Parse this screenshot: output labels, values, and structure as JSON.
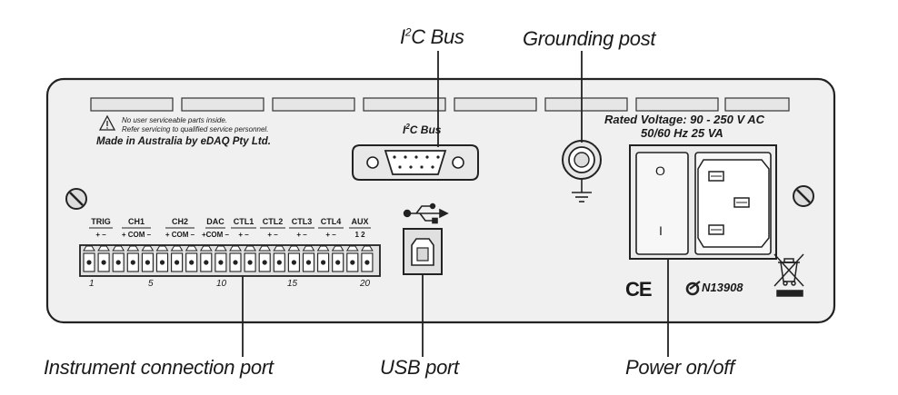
{
  "callouts": {
    "i2c_bus_prefix": "I",
    "i2c_bus_sup": "2",
    "i2c_bus_suffix": "C Bus",
    "grounding_post": "Grounding post",
    "instrument_port": "Instrument connection port",
    "usb_port": "USB port",
    "power": "Power on/off"
  },
  "panel": {
    "warning_line1": "No user serviceable parts inside.",
    "warning_line2": "Refer servicing to qualified service personnel.",
    "made_in": "Made in Australia by eDAQ Pty Ltd.",
    "i2c_label_prefix": "I",
    "i2c_label_sup": "2",
    "i2c_label_suffix": "C Bus",
    "rated_voltage": "Rated Voltage: 90 - 250 V AC",
    "rated_freq": "50/60 Hz  25 VA",
    "switch_off": "O",
    "switch_on": "I",
    "ce_mark": "CE",
    "cert_number": "N13908"
  },
  "terminals": {
    "groups": [
      {
        "label": "TRIG",
        "signs": "+   –"
      },
      {
        "label": "CH1",
        "signs": "+ COM –"
      },
      {
        "label": "CH2",
        "signs": "+ COM –"
      },
      {
        "label": "DAC",
        "signs": "+COM –"
      },
      {
        "label": "CTL1",
        "signs": "+   –"
      },
      {
        "label": "CTL2",
        "signs": "+   –"
      },
      {
        "label": "CTL3",
        "signs": "+   –"
      },
      {
        "label": "CTL4",
        "signs": "+   –"
      },
      {
        "label": "AUX",
        "signs": "1   2"
      }
    ],
    "pin_numbers": [
      "1",
      "5",
      "10",
      "15",
      "20"
    ],
    "pin_count": 20
  },
  "icons": {
    "warning": "warning-triangle-icon",
    "usb": "usb-icon",
    "ground": "ground-icon",
    "weee": "crossed-bin-icon",
    "screw": "screw-icon"
  }
}
